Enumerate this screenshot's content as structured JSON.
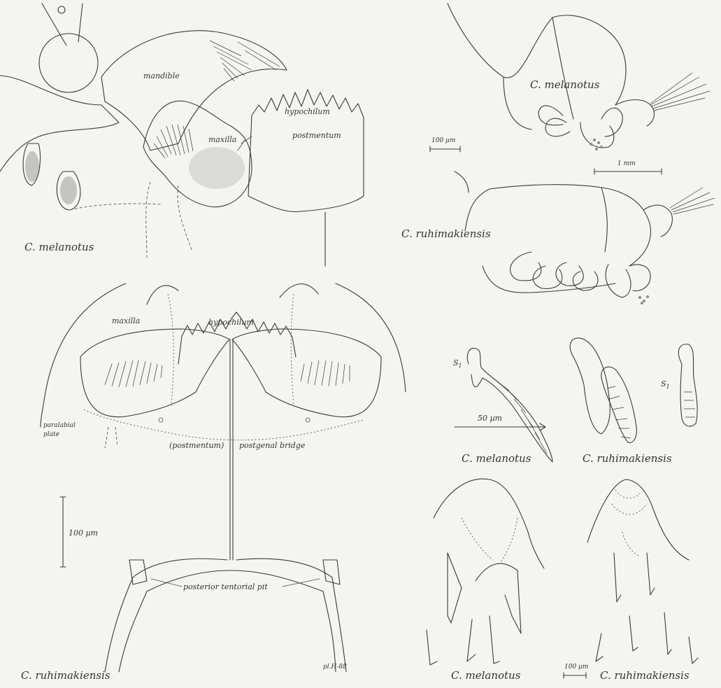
{
  "panel_head": {
    "title": "C. melanotus",
    "labels": {
      "mandible": "mandible",
      "maxilla": "maxilla",
      "hypochilum": "hypochilum",
      "postmentum": "postmentum"
    }
  },
  "panel_abdomen": {
    "title_a": "C. melanotus",
    "title_b": "C. ruhimakiensis",
    "scale_a": "100 µm",
    "scale_b": "1 mm"
  },
  "panel_ventral": {
    "title": "C. ruhimakiensis",
    "labels": {
      "maxilla": "maxilla",
      "hypochilum": "hypochilum",
      "paralabial_plate_1": "paralabial",
      "paralabial_plate_2": "plate",
      "postmentum": "(postmentum)",
      "postgenal_bridge": "postgenal bridge",
      "posterior_tentorial_pit": "posterior tentorial pit",
      "scale": "100 µm",
      "signature": "pl.H-88"
    }
  },
  "panel_setae": {
    "title_a": "C. melanotus",
    "title_b": "C. ruhimakiensis",
    "label_s1": "S",
    "label_s1_sub": "1",
    "scale": "50 µm"
  },
  "panel_bottom": {
    "title_a": "C. melanotus",
    "title_b": "C. ruhimakiensis",
    "scale": "100 µm"
  }
}
